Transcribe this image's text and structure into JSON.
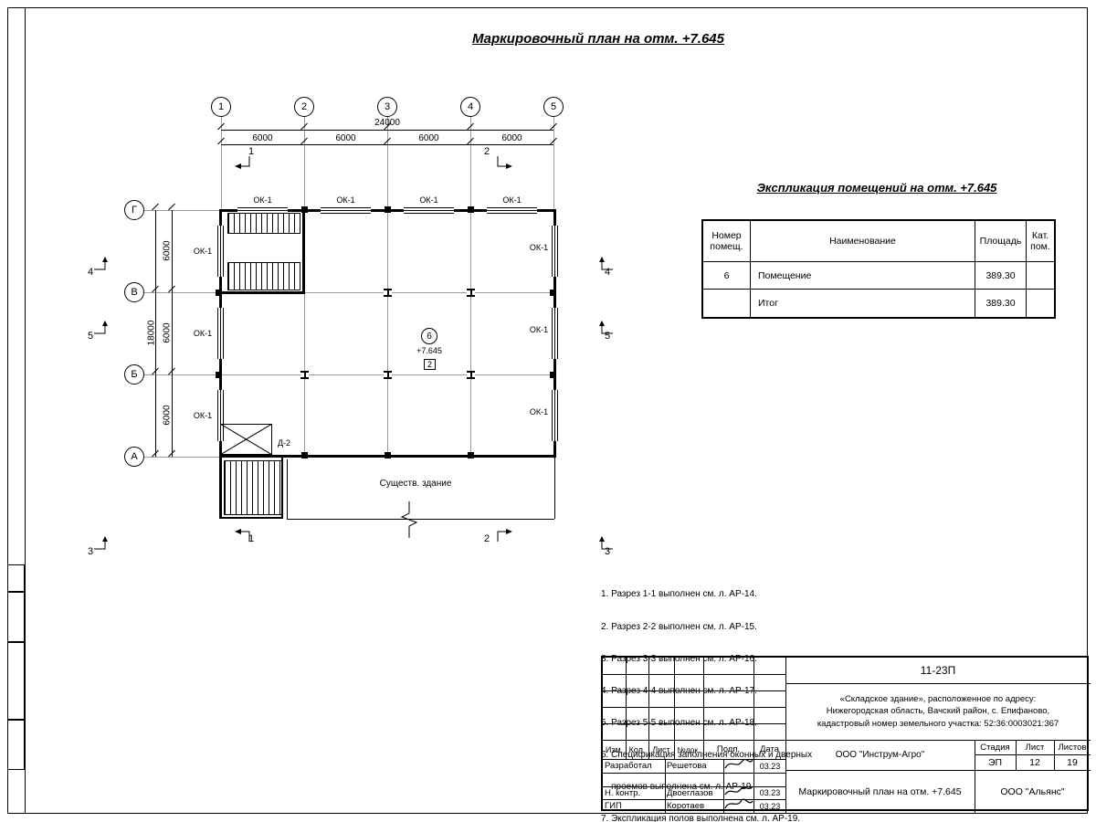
{
  "page": {
    "title": "Маркировочный план на отм. +7.645"
  },
  "plan": {
    "cols": [
      "1",
      "2",
      "3",
      "4",
      "5"
    ],
    "rows": [
      "Г",
      "В",
      "Б",
      "А"
    ],
    "dim_total_top": "24000",
    "dim_top_segs": [
      "6000",
      "6000",
      "6000",
      "6000"
    ],
    "dim_total_left": "18000",
    "dim_left_segs": [
      "6000",
      "6000",
      "6000"
    ],
    "ok_label": "ОК-1",
    "door_label": "Д-2",
    "room": {
      "num": "6",
      "elev": "+7.645",
      "tag": "2"
    },
    "existing": "Существ. здание",
    "sections": {
      "s1": "1",
      "s2": "2",
      "s3": "3",
      "s4": "4",
      "s5": "5"
    }
  },
  "explication": {
    "title": "Экспликация помещений на отм. +7.645",
    "headers": [
      "Номер помещ.",
      "Наименование",
      "Площадь",
      "Кат. пом."
    ],
    "rows": [
      {
        "num": "6",
        "name": "Помещение",
        "area": "389.30",
        "cat": ""
      },
      {
        "num": "",
        "name": "Итог",
        "area": "389.30",
        "cat": ""
      }
    ]
  },
  "notes": {
    "lines": [
      "1. Разрез 1-1 выполнен см. л. АР-14.",
      "2. Разрез 2-2 выполнен см. л. АР-15.",
      "3. Разрез 3-3 выполнен см. л. АР-16.",
      "4. Разрез 4-4 выполнен см. л. АР-17.",
      "5. Разрез 5-5 выполнен см. л. АР-18.",
      "6. Спецификация заполнения оконных и дверных",
      "    проемов выполнена см. л. АР-19",
      "7. Экспликация полов выполнена см. л. АР-19."
    ]
  },
  "titleblock": {
    "doc_number": "11-23П",
    "description": "«Складское здание», расположенное по адресу:\nНижегородская область, Вачский район, с. Епифаново,\nкадастровый номер земельного участка: 52:36:0003021:367",
    "rev_headers": [
      "Изм.",
      "Кол.",
      "Лист",
      "№док.",
      "Подп.",
      "Дата"
    ],
    "roles": [
      {
        "role": "Разработал",
        "name": "Решетова",
        "date": "03.23"
      },
      {
        "role": "",
        "name": "",
        "date": ""
      },
      {
        "role": "Н. контр.",
        "name": "Двоеглазов",
        "date": "03.23"
      },
      {
        "role": "ГИП",
        "name": "Коротаев",
        "date": "03.23"
      }
    ],
    "company": "ООО \"Инструм-Агро\"",
    "stage_label": "Стадия",
    "sheet_label": "Лист",
    "sheets_label": "Листов",
    "stage": "ЭП",
    "sheet": "12",
    "sheets": "19",
    "sheet_title": "Маркировочный план на отм. +7.645",
    "contractor": "ООО \"Альянс\""
  }
}
